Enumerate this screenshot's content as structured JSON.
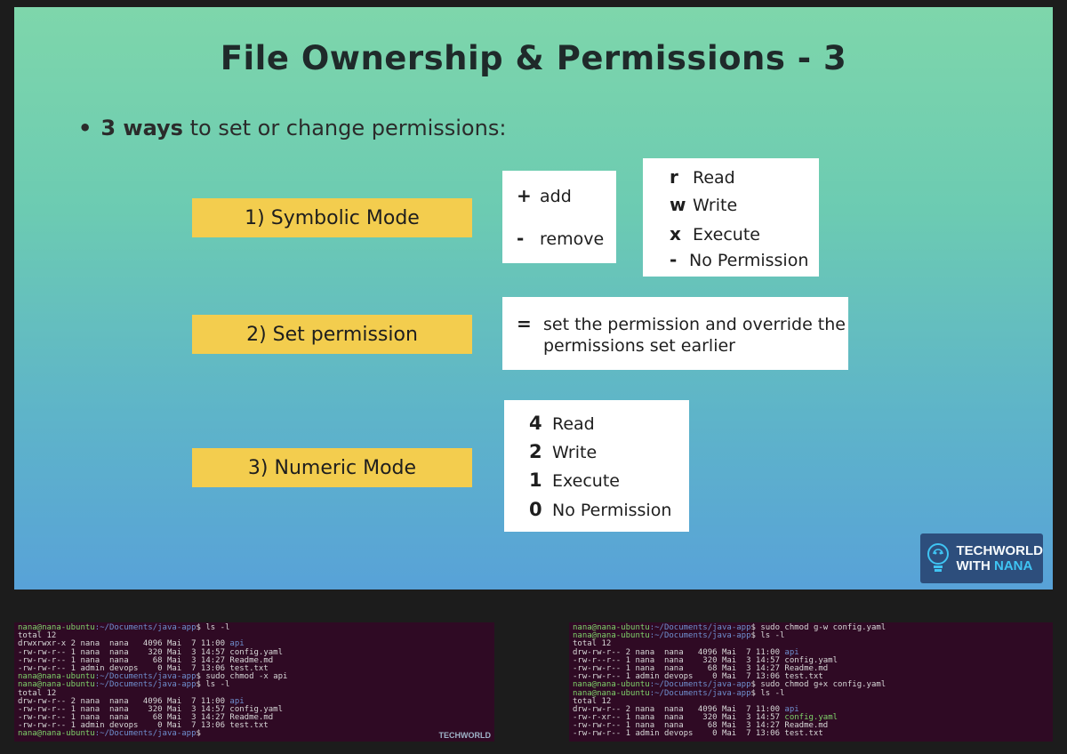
{
  "slide": {
    "title": "File Ownership & Permissions - 3",
    "bullet_dot": "•",
    "bullet_bold": "3 ways",
    "bullet_rest": " to set or change permissions:",
    "modes": [
      "1) Symbolic Mode",
      "2) Set permission",
      "3) Numeric Mode"
    ],
    "symbolic_ops": [
      {
        "sym": "+",
        "label": "add"
      },
      {
        "sym": "-",
        "label": "remove"
      }
    ],
    "symbolic_perms": [
      {
        "sym": "r",
        "label": "Read"
      },
      {
        "sym": "w",
        "label": "Write"
      },
      {
        "sym": "x",
        "label": "Execute"
      },
      {
        "sym": "-",
        "label": "No Permission"
      }
    ],
    "set_box": {
      "sym": "=",
      "line1": "set the permission and override the",
      "line2": "permissions set earlier"
    },
    "numeric_perms": [
      {
        "num": "4",
        "label": "Read"
      },
      {
        "num": "2",
        "label": "Write"
      },
      {
        "num": "1",
        "label": "Execute"
      },
      {
        "num": "0",
        "label": "No Permission"
      }
    ],
    "brand": {
      "line1": "TECHWORLD",
      "line2_a": "WITH ",
      "line2_b": "NANA"
    }
  },
  "terminal_left": {
    "watermark": "TECHWORLD",
    "lines": [
      {
        "prompt": "nana@nana-ubuntu",
        "path": ":~/Documents/java-app",
        "cmd": "$ ls -l"
      },
      {
        "text": "total 12"
      },
      {
        "text": "drwxrwxr-x 2 nana  nana   4096 Mai  7 11:00 ",
        "dir": "api"
      },
      {
        "text": "-rw-rw-r-- 1 nana  nana    320 Mai  3 14:57 config.yaml"
      },
      {
        "text": "-rw-rw-r-- 1 nana  nana     68 Mai  3 14:27 Readme.md"
      },
      {
        "text": "-rw-rw-r-- 1 admin devops    0 Mai  7 13:06 test.txt"
      },
      {
        "prompt": "nana@nana-ubuntu",
        "path": ":~/Documents/java-app",
        "cmd": "$ sudo chmod -x api"
      },
      {
        "prompt": "nana@nana-ubuntu",
        "path": ":~/Documents/java-app",
        "cmd": "$ ls -l"
      },
      {
        "text": "total 12"
      },
      {
        "text": "drw-rw-r-- 2 nana  nana   4096 Mai  7 11:00 ",
        "dir": "api"
      },
      {
        "text": "-rw-rw-r-- 1 nana  nana    320 Mai  3 14:57 config.yaml"
      },
      {
        "text": "-rw-rw-r-- 1 nana  nana     68 Mai  3 14:27 Readme.md"
      },
      {
        "text": "-rw-rw-r-- 1 admin devops    0 Mai  7 13:06 test.txt"
      },
      {
        "prompt": "nana@nana-ubuntu",
        "path": ":~/Documents/java-app",
        "cmd": "$ "
      }
    ]
  },
  "terminal_right": {
    "lines": [
      {
        "prompt": "nana@nana-ubuntu",
        "path": ":~/Documents/java-app",
        "cmd": "$ sudo chmod g-w config.yaml"
      },
      {
        "prompt": "nana@nana-ubuntu",
        "path": ":~/Documents/java-app",
        "cmd": "$ ls -l"
      },
      {
        "text": "total 12"
      },
      {
        "text": "drw-rw-r-- 2 nana  nana   4096 Mai  7 11:00 ",
        "dir": "api"
      },
      {
        "text": "-rw-r--r-- 1 nana  nana    320 Mai  3 14:57 config.yaml"
      },
      {
        "text": "-rw-rw-r-- 1 nana  nana     68 Mai  3 14:27 Readme.md"
      },
      {
        "text": "-rw-rw-r-- 1 admin devops    0 Mai  7 13:06 test.txt"
      },
      {
        "prompt": "nana@nana-ubuntu",
        "path": ":~/Documents/java-app",
        "cmd": "$ sudo chmod g+x config.yaml"
      },
      {
        "prompt": "nana@nana-ubuntu",
        "path": ":~/Documents/java-app",
        "cmd": "$ ls -l"
      },
      {
        "text": "total 12"
      },
      {
        "text": "drw-rw-r-- 2 nana  nana   4096 Mai  7 11:00 ",
        "dir": "api"
      },
      {
        "text": "-rw-r-xr-- 1 nana  nana    320 Mai  3 14:57 ",
        "exe": "config.yaml"
      },
      {
        "text": "-rw-rw-r-- 1 nana  nana     68 Mai  3 14:27 Readme.md"
      },
      {
        "text": "-rw-rw-r-- 1 admin devops    0 Mai  7 13:06 test.txt"
      }
    ]
  }
}
